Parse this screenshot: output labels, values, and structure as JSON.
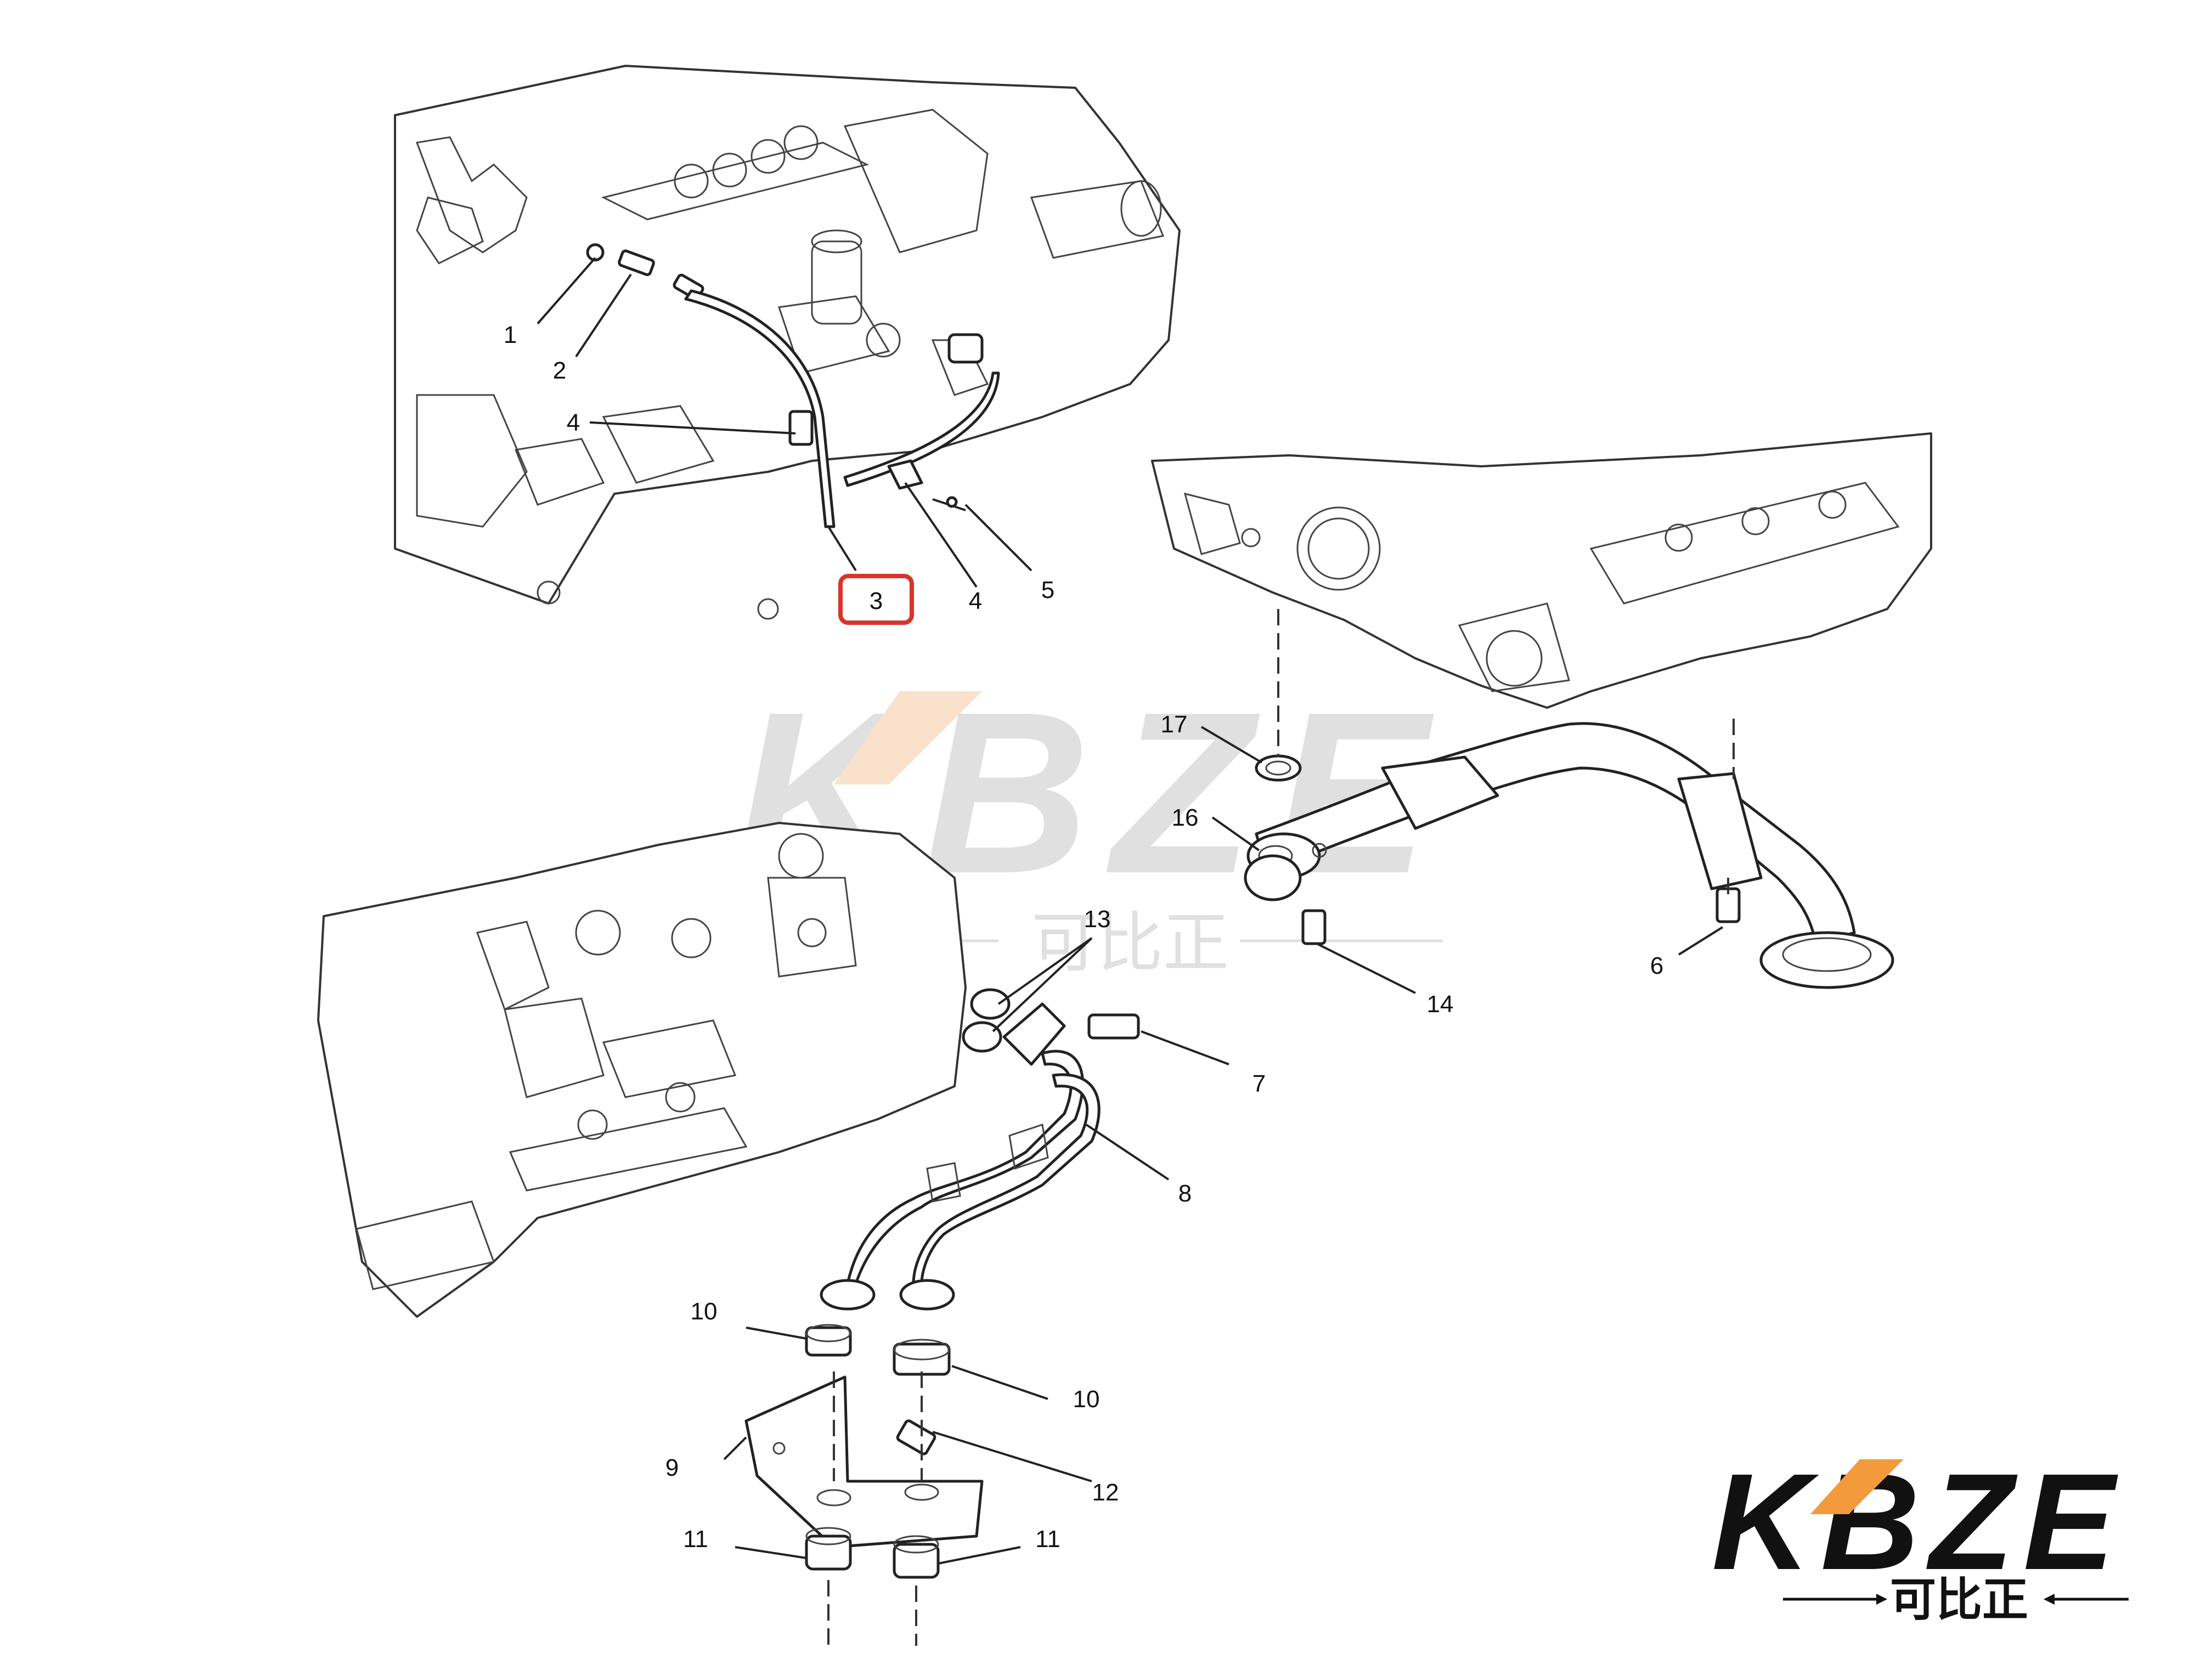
{
  "watermark": {
    "brand_text": "KBZE",
    "sub_text": "可比正"
  },
  "logo": {
    "brand_text": "KBZE",
    "sub_text": "可比正"
  },
  "colors": {
    "highlight_box": "#d9342b",
    "logo_accent": "#f39a3c",
    "logo_text": "#111111",
    "watermark": "#c8c8c8",
    "watermark_accent": "#f6c9a4"
  },
  "callouts": [
    {
      "id": "c1",
      "text": "1"
    },
    {
      "id": "c2",
      "text": "2"
    },
    {
      "id": "c4a",
      "text": "4"
    },
    {
      "id": "c3",
      "text": "3",
      "highlighted": true
    },
    {
      "id": "c4b",
      "text": "4"
    },
    {
      "id": "c5",
      "text": "5"
    },
    {
      "id": "c17",
      "text": "17"
    },
    {
      "id": "c16",
      "text": "16"
    },
    {
      "id": "c14",
      "text": "14"
    },
    {
      "id": "c6",
      "text": "6"
    },
    {
      "id": "c13",
      "text": "13"
    },
    {
      "id": "c7",
      "text": "7"
    },
    {
      "id": "c8",
      "text": "8"
    },
    {
      "id": "c10a",
      "text": "10"
    },
    {
      "id": "c10b",
      "text": "10"
    },
    {
      "id": "c9",
      "text": "9"
    },
    {
      "id": "c12",
      "text": "12"
    },
    {
      "id": "c11a",
      "text": "11"
    },
    {
      "id": "c11b",
      "text": "11"
    }
  ]
}
